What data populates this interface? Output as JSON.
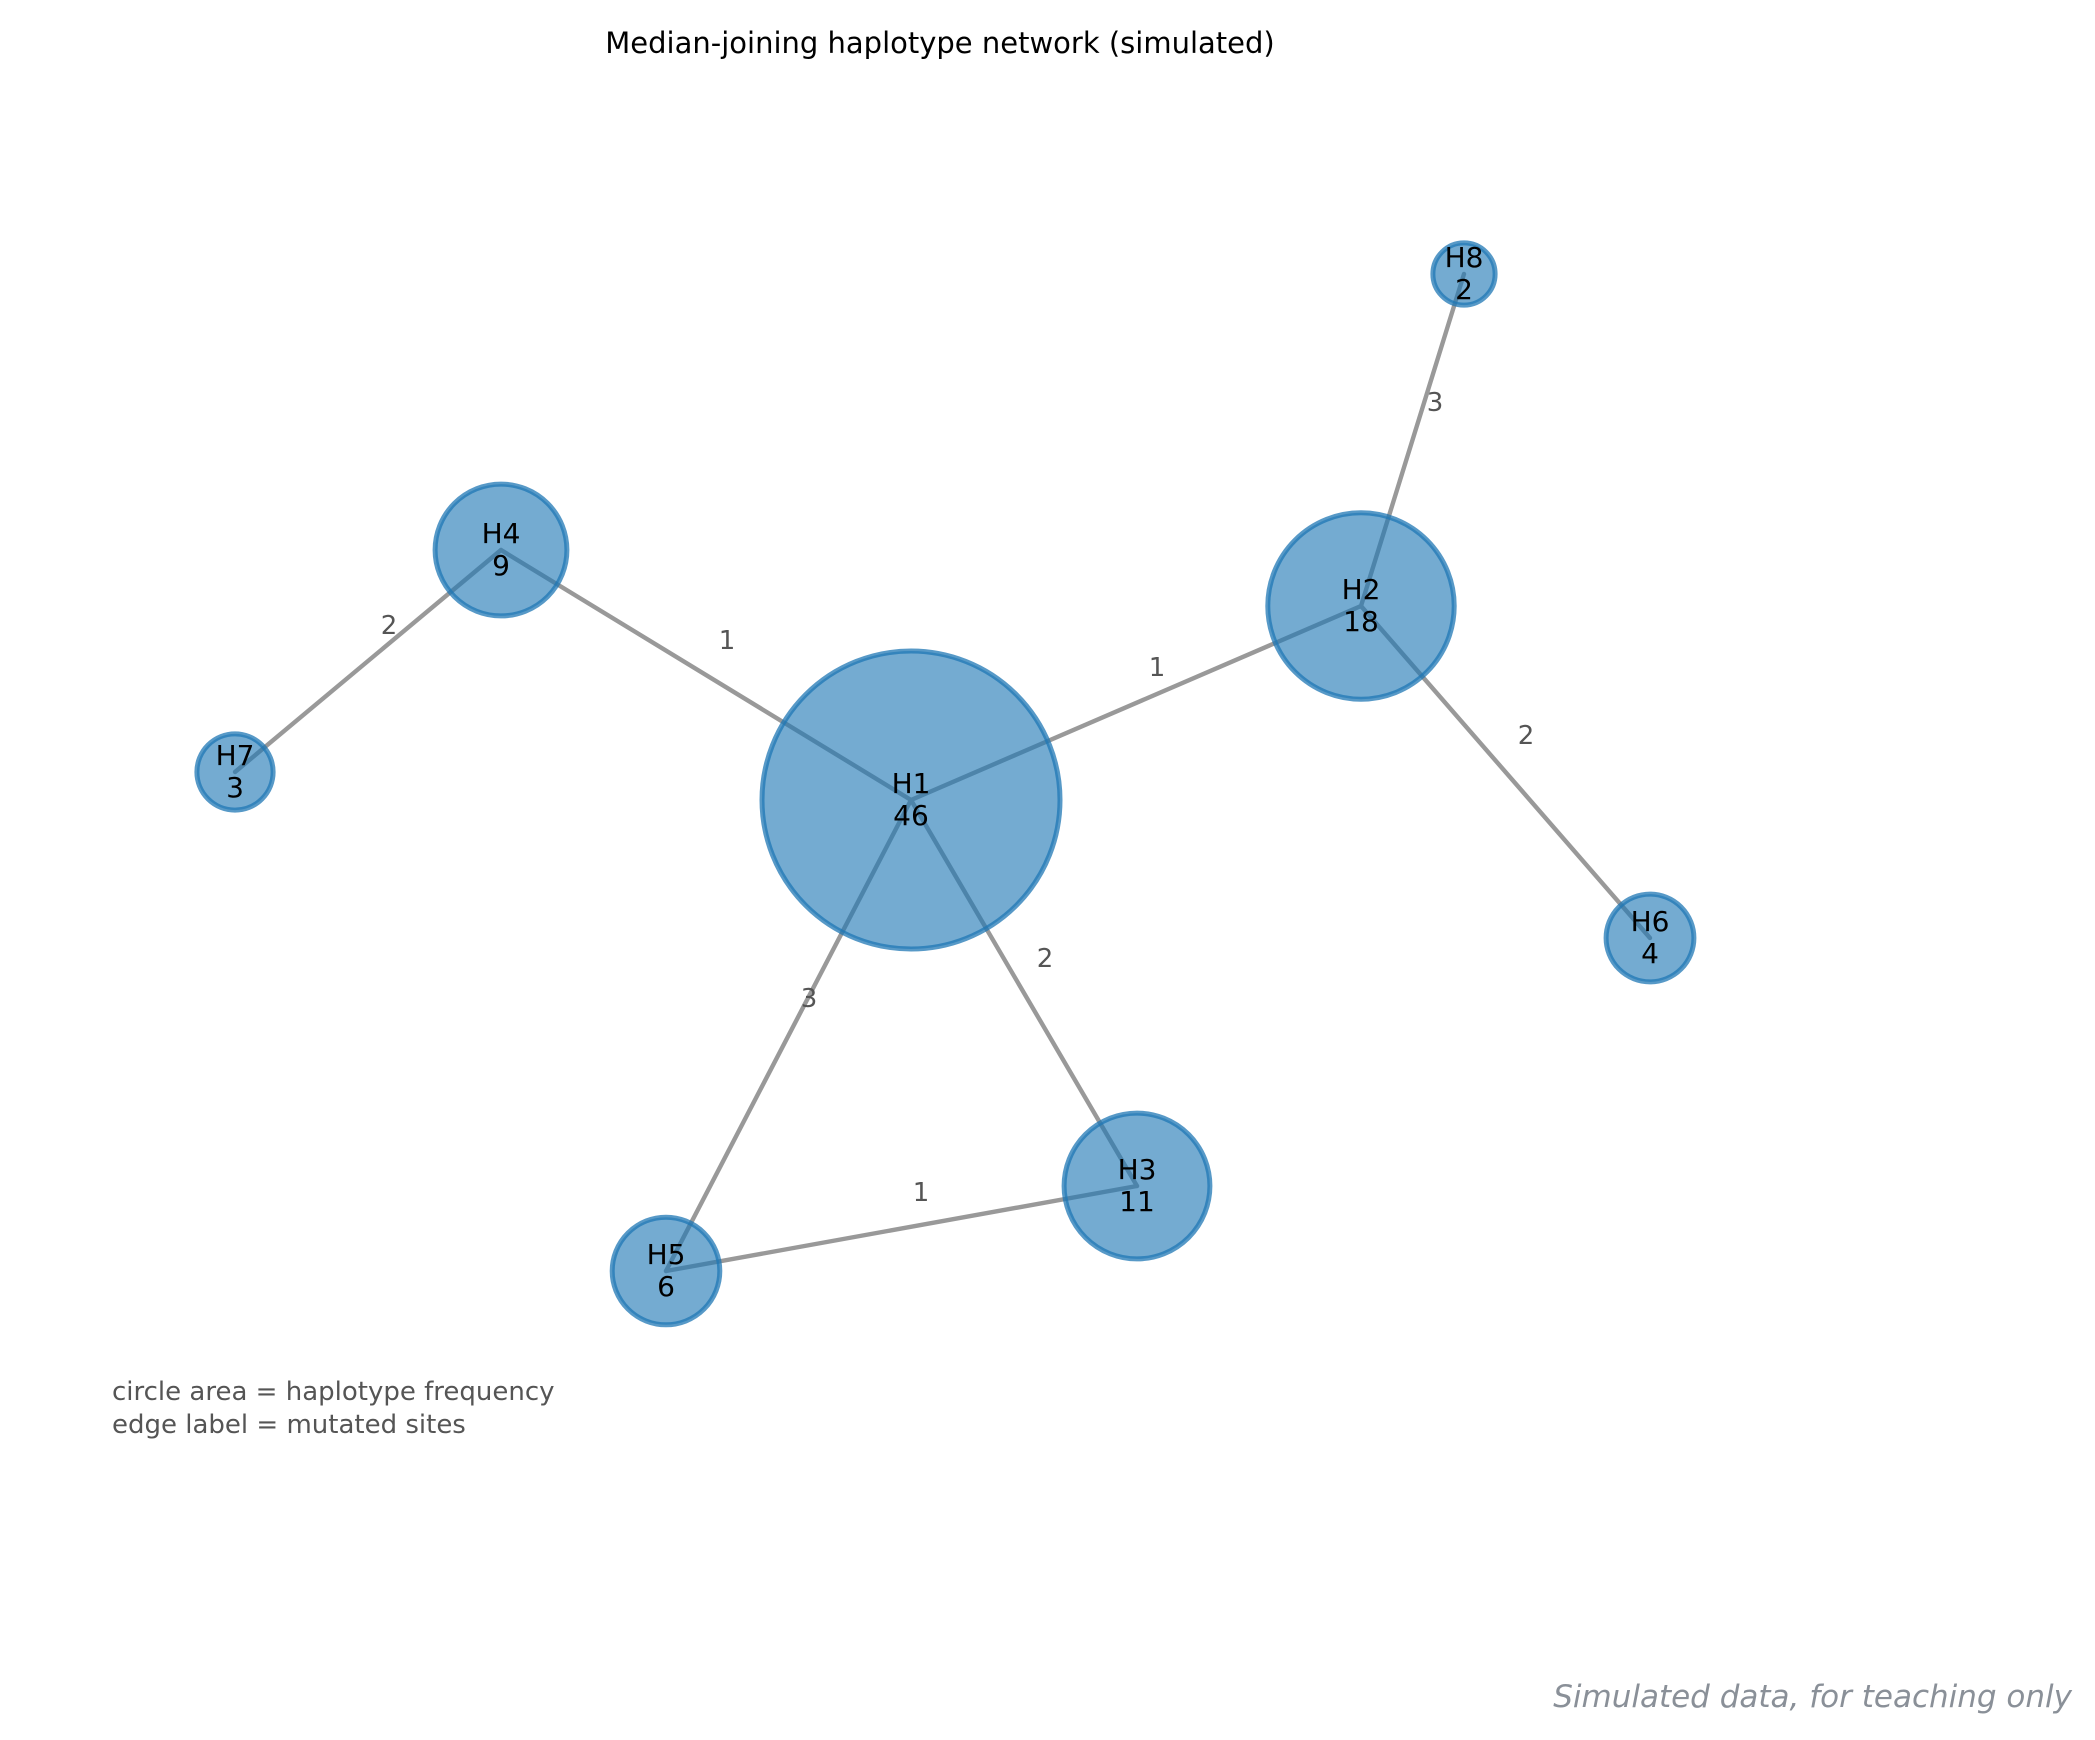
{
  "title": "Median-joining haplotype network (simulated)",
  "nodes": [
    {
      "id": "H1",
      "label": "H1",
      "count": "46"
    },
    {
      "id": "H2",
      "label": "H2",
      "count": "18"
    },
    {
      "id": "H3",
      "label": "H3",
      "count": "11"
    },
    {
      "id": "H4",
      "label": "H4",
      "count": "9"
    },
    {
      "id": "H5",
      "label": "H5",
      "count": "6"
    },
    {
      "id": "H6",
      "label": "H6",
      "count": "4"
    },
    {
      "id": "H7",
      "label": "H7",
      "count": "3"
    },
    {
      "id": "H8",
      "label": "H8",
      "count": "2"
    }
  ],
  "edges": [
    {
      "from": "H1",
      "to": "H4",
      "label": "1"
    },
    {
      "from": "H1",
      "to": "H2",
      "label": "1"
    },
    {
      "from": "H1",
      "to": "H3",
      "label": "2"
    },
    {
      "from": "H1",
      "to": "H5",
      "label": "3"
    },
    {
      "from": "H4",
      "to": "H7",
      "label": "2"
    },
    {
      "from": "H2",
      "to": "H8",
      "label": "3"
    },
    {
      "from": "H2",
      "to": "H6",
      "label": "2"
    },
    {
      "from": "H5",
      "to": "H3",
      "label": "1"
    }
  ],
  "legend": {
    "line1": "circle area = haplotype frequency",
    "line2": "edge label = mutated sites"
  },
  "watermark": "Simulated data, for teaching only",
  "colors": {
    "node_fill": "#1f77b4",
    "edge": "#999999"
  }
}
